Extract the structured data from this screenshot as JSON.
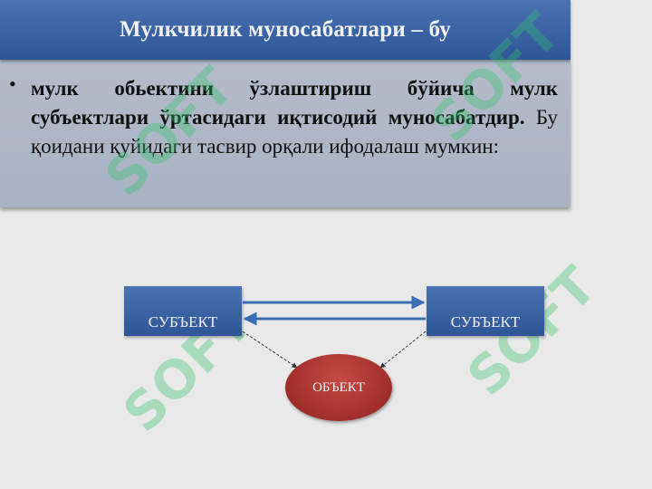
{
  "title": "Мулкчилик муносабатлари – бу",
  "content": {
    "bold_text": "мулк обьектини ўзлаштириш бўйича мулк субъектлари ўртасидаги иқтисодий муносабатдир.",
    "normal_text": " Бу қоидани қуйидаги тасвир орқали ифодалаш мумкин:"
  },
  "diagram": {
    "subject_left": "СУБЪЕКТ",
    "subject_right": "СУБЪЕКТ",
    "object": "ОБЪЕКТ"
  },
  "watermark": {
    "text": "SOFT",
    "color": "#2fc46a"
  },
  "colors": {
    "title_bg": "#3a64a7",
    "content_bg": "#aeb6c6",
    "arrow": "#3b6fb6",
    "object_fill": "#a8302d"
  }
}
